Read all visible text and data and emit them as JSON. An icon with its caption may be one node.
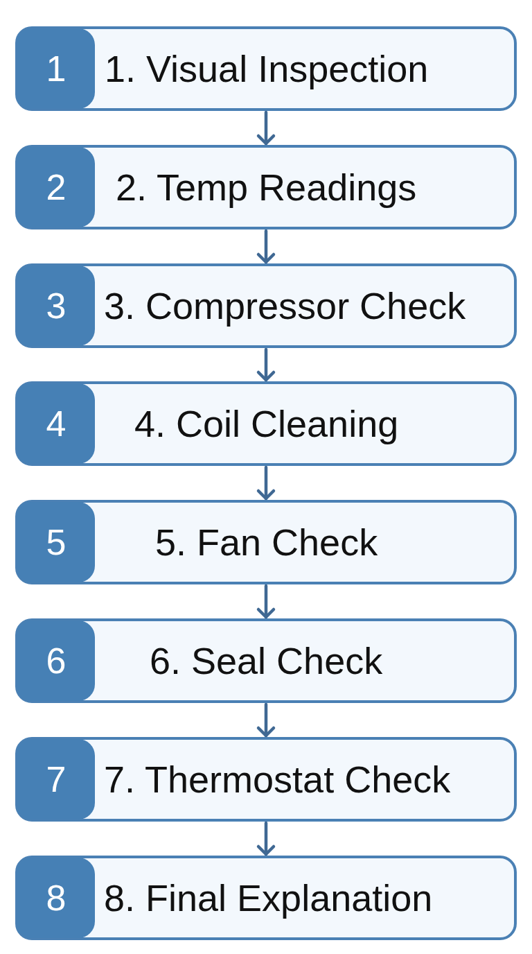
{
  "diagram": {
    "nodes": [
      {
        "text": [
          "1",
          "1. Visual Inspection"
        ]
      },
      {
        "text": [
          "2",
          "2. Temp Readings"
        ]
      },
      {
        "text": [
          "3",
          "3. Compressor Check"
        ]
      },
      {
        "text": [
          "4",
          "4. Coil Cleaning"
        ]
      },
      {
        "text": [
          "5",
          "5. Fan Check"
        ]
      },
      {
        "text": [
          "6",
          "6. Seal Check"
        ]
      },
      {
        "text": [
          "7",
          "7. Thermostat Check"
        ]
      },
      {
        "text": [
          "8",
          "8. Final Explanation"
        ]
      }
    ],
    "edges": [
      {
        "from": 0,
        "to": 1,
        "arrow": "to"
      },
      {
        "from": 1,
        "to": 2,
        "arrow": "to"
      },
      {
        "from": 2,
        "to": 3,
        "arrow": "to"
      },
      {
        "from": 3,
        "to": 4,
        "arrow": "to"
      },
      {
        "from": 4,
        "to": 5,
        "arrow": "to"
      },
      {
        "from": 5,
        "to": 6,
        "arrow": "to"
      },
      {
        "from": 6,
        "to": 7,
        "arrow": "to"
      }
    ]
  }
}
